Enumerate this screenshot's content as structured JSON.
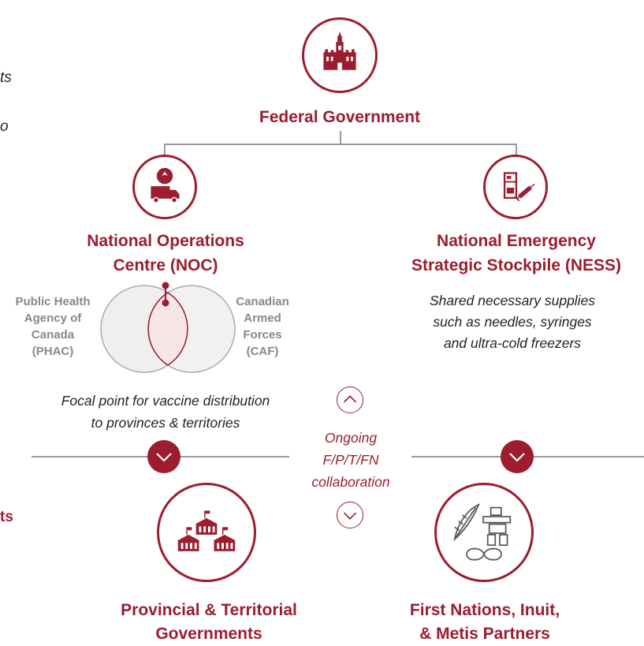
{
  "left_edge": {
    "fragment_top_1": "ts",
    "fragment_top_2": "o",
    "fragment_bottom": "ts"
  },
  "federal": {
    "title": "Federal Government",
    "icon": "parliament-icon"
  },
  "noc": {
    "title_line1": "National Operations",
    "title_line2": "Centre (NOC)",
    "icon": "truck-with-emblem-icon",
    "venn": {
      "left_label": [
        "Public Health",
        "Agency of",
        "Canada",
        "(PHAC)"
      ],
      "right_label": [
        "Canadian",
        "Armed",
        "Forces",
        "(CAF)"
      ]
    },
    "description_line1": "Focal point for vaccine distribution",
    "description_line2": "to provinces & territories"
  },
  "ness": {
    "title_line1": "National Emergency",
    "title_line2": "Strategic Stockpile (NESS)",
    "icon": "freezer-syringe-icon",
    "description_line1": "Shared necessary supplies",
    "description_line2": "such as needles, syringes",
    "description_line3": "and ultra-cold freezers"
  },
  "collaboration": {
    "line1": "Ongoing",
    "line2": "F/P/T/FN",
    "line3": "collaboration",
    "up_icon": "chevron-up-icon",
    "down_icon": "chevron-down-icon"
  },
  "provincial": {
    "title_line1": "Provincial & Territorial",
    "title_line2": "Governments",
    "icon": "legislature-buildings-icon"
  },
  "first_nations": {
    "title_line1": "First Nations, Inuit,",
    "title_line2": "& Metis Partners",
    "icon": "feather-inukshuk-infinity-icon"
  },
  "colors": {
    "accent": "#9b1d2e",
    "connector": "#9a9a9a",
    "label_gray": "#888888"
  }
}
